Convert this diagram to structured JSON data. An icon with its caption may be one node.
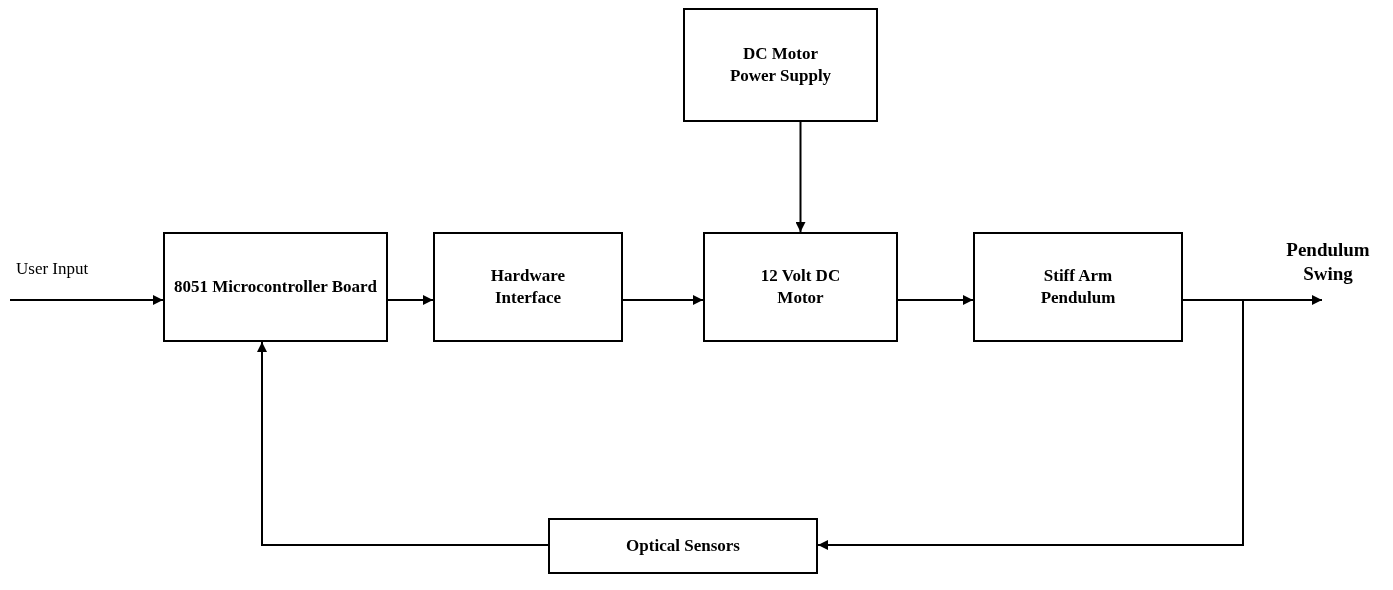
{
  "diagram": {
    "nodes": [
      {
        "text": [
          "DC Motor Power Supply"
        ]
      },
      {
        "text": [
          "8051 Microcontroller Board"
        ]
      },
      {
        "text": [
          "Hardware Interface"
        ]
      },
      {
        "text": [
          "12 Volt DC Motor"
        ]
      },
      {
        "text": [
          "Stiff Arm Pendulum"
        ]
      },
      {
        "text": [
          "Optical Sensors"
        ]
      }
    ],
    "edges": [
      {
        "from": null,
        "to": 1,
        "arrow": "to",
        "label": "User Input"
      },
      {
        "from": 1,
        "to": 2,
        "arrow": "to"
      },
      {
        "from": 2,
        "to": 3,
        "arrow": "to"
      },
      {
        "from": 0,
        "to": 3,
        "arrow": "to"
      },
      {
        "from": 3,
        "to": 4,
        "arrow": "to"
      },
      {
        "from": 4,
        "to": null,
        "arrow": "to",
        "label": "Pendulum Swing"
      },
      {
        "from": 4,
        "to": 5,
        "arrow": "to"
      },
      {
        "from": 5,
        "to": 1,
        "arrow": "to"
      }
    ]
  }
}
